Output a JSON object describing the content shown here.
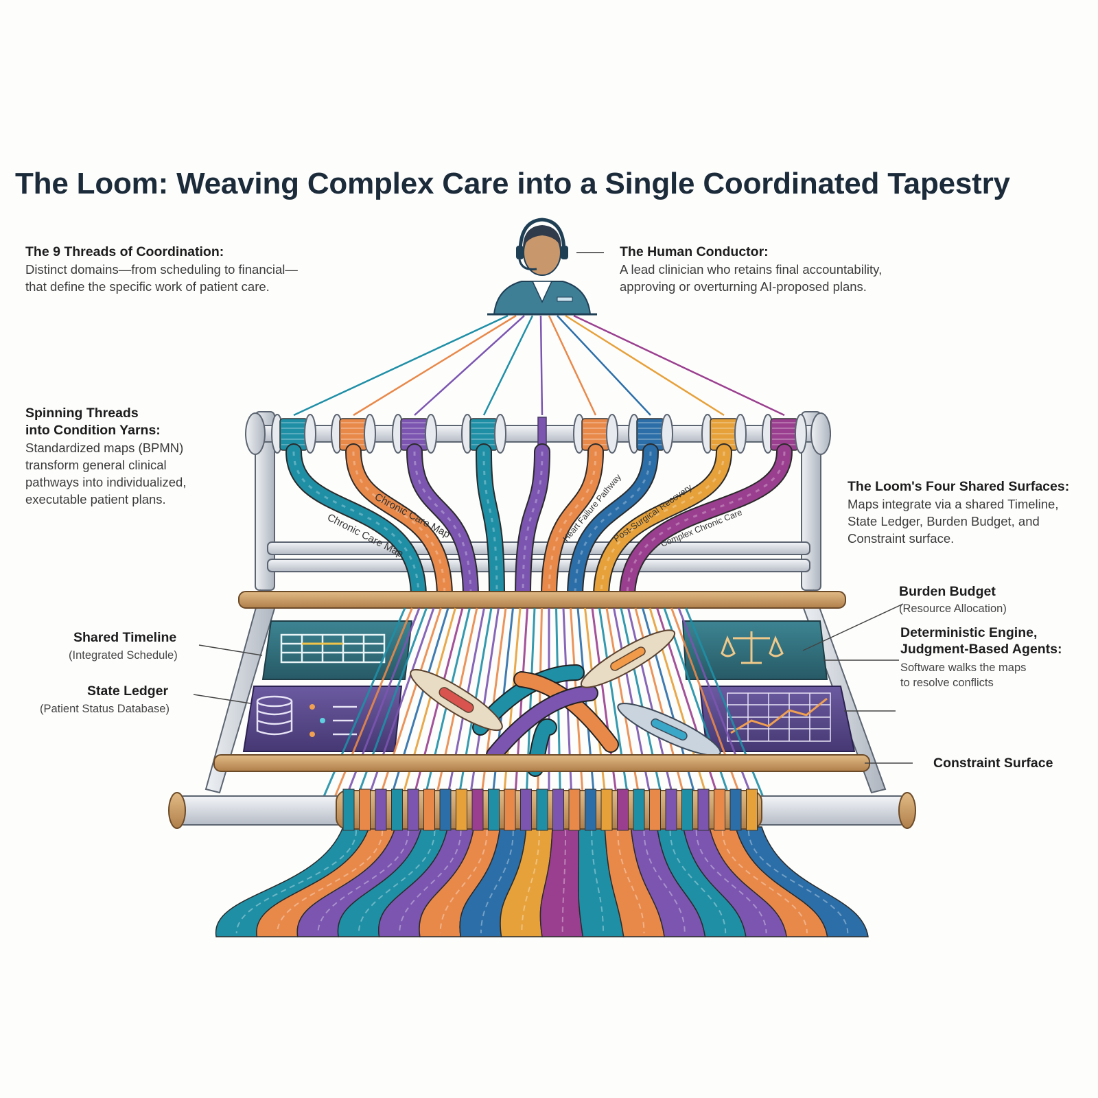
{
  "title": "The Loom: Weaving Complex Care into a Single Coordinated Tapestry",
  "notes": {
    "threads": {
      "heading": "The 9 Threads of Coordination:",
      "body": "Distinct domains—from scheduling to financial—\nthat define the specific work of patient care."
    },
    "conductor": {
      "heading": "The Human Conductor:",
      "body": "A lead clinician who retains final accountability,\napproving or overturning AI-proposed plans."
    },
    "spinning": {
      "heading": "Spinning Threads\ninto Condition Yarns:",
      "body": "Standardized maps (BPMN)\ntransform general clinical\npathways into individualized,\nexecutable patient plans."
    },
    "surfaces": {
      "heading": "The Loom's Four Shared Surfaces:",
      "body": "Maps integrate via a shared Timeline,\nState Ledger, Burden Budget, and\nConstraint surface."
    }
  },
  "labels": {
    "timeline": {
      "title": "Shared Timeline",
      "sub": "(Integrated Schedule)"
    },
    "ledger": {
      "title": "State Ledger",
      "sub": "(Patient Status Database)"
    },
    "budget": {
      "title": "Burden Budget",
      "sub": "(Resource Allocation)"
    },
    "engine": {
      "title": "Deterministic Engine,\nJudgment-Based Agents:",
      "sub": "Software walks the maps\nto resolve conflicts"
    },
    "constraint": {
      "title": "Constraint Surface"
    }
  },
  "ribbons": [
    "Chronic Care Map",
    "Chronic Care Map",
    "Heart Failure Pathway",
    "Post-Surgical Recovery",
    "Complex Chronic Care"
  ],
  "colors": {
    "teal": "#1f8fa6",
    "orange": "#e8894a",
    "purple": "#7b55b0",
    "gold": "#e6a13a",
    "magenta": "#9a3f8f",
    "navy": "#2b6ea8",
    "panel_teal": "#2f6c78",
    "panel_purple": "#5a4a8c",
    "wood": "#c99a64",
    "frame": "#d9dde3"
  }
}
